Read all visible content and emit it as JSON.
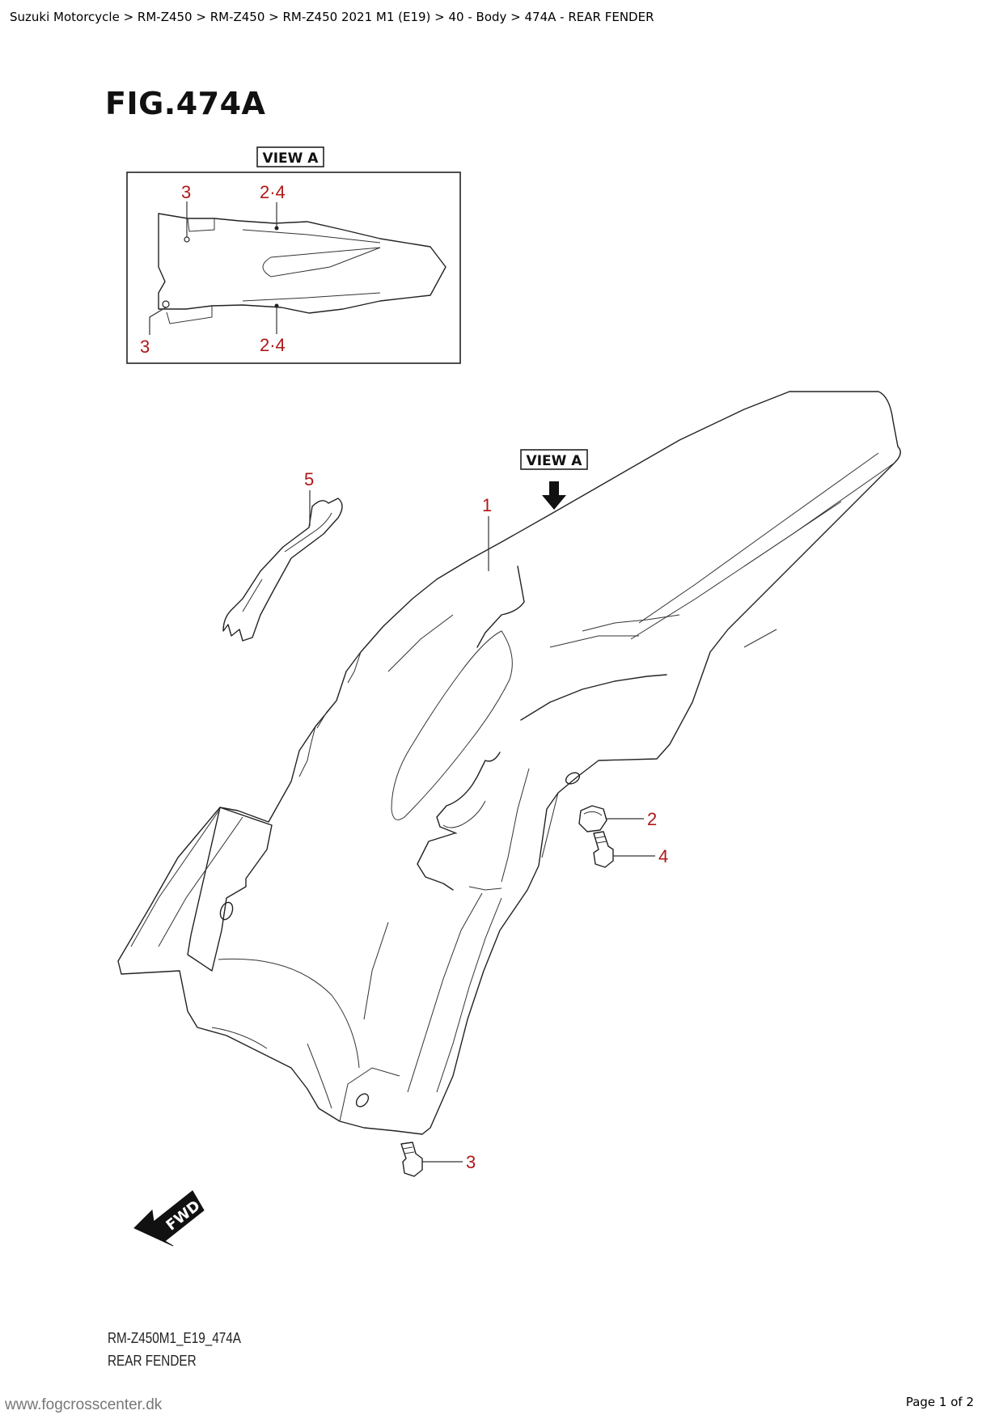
{
  "breadcrumb": "Suzuki Motorcycle > RM-Z450 > RM-Z450 > RM-Z450 2021 M1 (E19) > 40 - Body > 474A - REAR FENDER",
  "figure_title": "FIG.474A",
  "view_tag": "VIEW A",
  "view_a_labels": {
    "top_left": "3",
    "top_right": "2·4",
    "bottom_left": "3",
    "bottom_right": "2·4"
  },
  "part_labels": {
    "rear_fender": "1",
    "nut": "2",
    "lower_bolt": "3",
    "bolt": "4",
    "stay": "5"
  },
  "fwd_label": "FWD",
  "caption": {
    "code": "RM-Z450M1_E19_474A",
    "name": "REAR FENDER"
  },
  "footer": {
    "site": "www.fogcrosscenter.dk",
    "page": "Page 1 of 2"
  },
  "colors": {
    "label_red": "#b01818",
    "line": "#222222"
  }
}
